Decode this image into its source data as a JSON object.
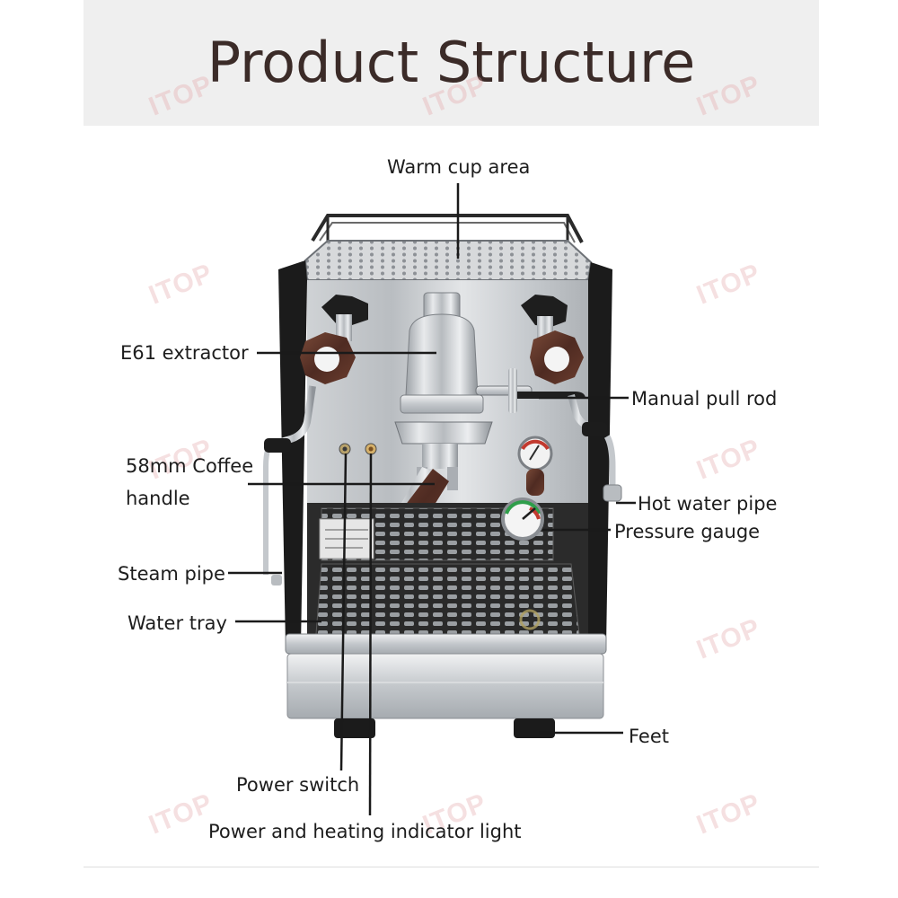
{
  "title": "Product Structure",
  "watermark": "ITOP",
  "labels": {
    "warm_cup_area": "Warm cup area",
    "e61_extractor": "E61 extractor",
    "manual_pull_rod": "Manual pull rod",
    "coffee_handle_line1": "58mm Coffee",
    "coffee_handle_line2": "handle",
    "hot_water_pipe": "Hot water pipe",
    "pressure_gauge": "Pressure gauge",
    "steam_pipe": "Steam pipe",
    "water_tray": "Water tray",
    "feet": "Feet",
    "power_switch": "Power switch",
    "indicator_light": "Power and heating indicator light"
  },
  "colors": {
    "band": "#efefef",
    "title": "#3b2b28",
    "steel": "#c9ccd0",
    "frame": "#1c1c1c",
    "wood": "#5a3328",
    "watermark": "#e3a0a3"
  }
}
